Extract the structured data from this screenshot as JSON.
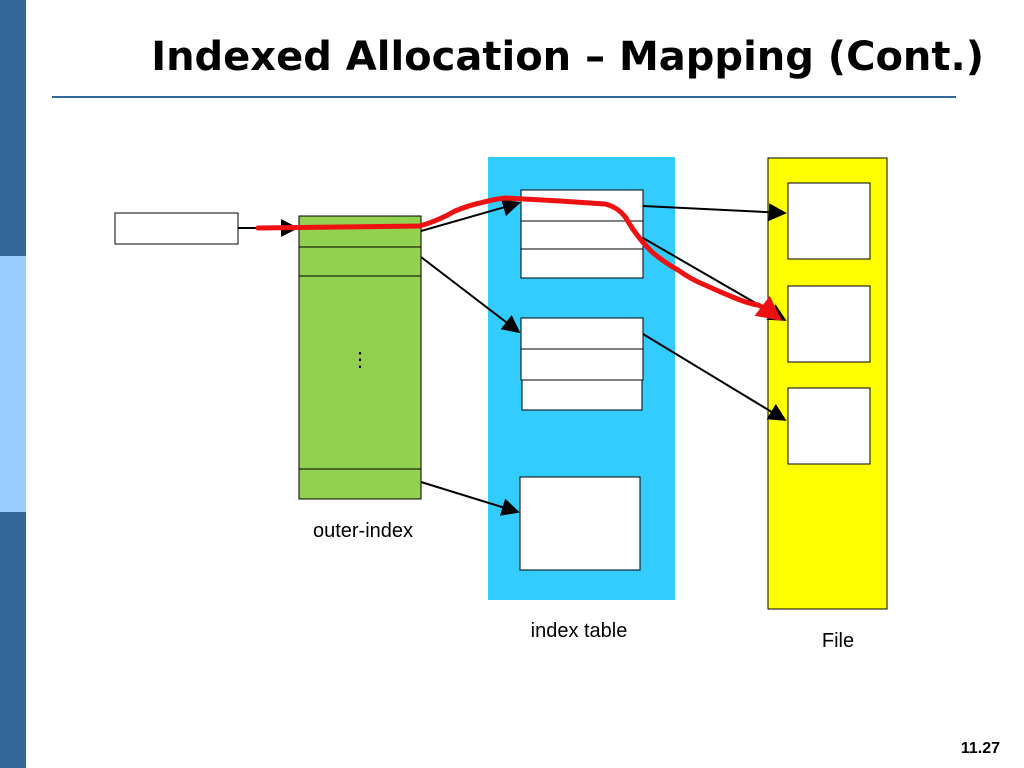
{
  "slide": {
    "title": "Indexed Allocation – Mapping (Cont.)",
    "page_number": "11.27"
  },
  "diagram": {
    "labels": {
      "outer_index": "outer-index",
      "index_table": "index table",
      "file": "File",
      "ellipsis": "⋮"
    }
  },
  "colors": {
    "sidebar_dark": "#336699",
    "sidebar_light": "#99ccff",
    "title_rule": "#336699",
    "outer_index_fill": "#92d050",
    "index_table_fill": "#33ccff",
    "file_fill": "#ffff00",
    "path_highlight": "#ee1111",
    "arrow": "#000000"
  }
}
